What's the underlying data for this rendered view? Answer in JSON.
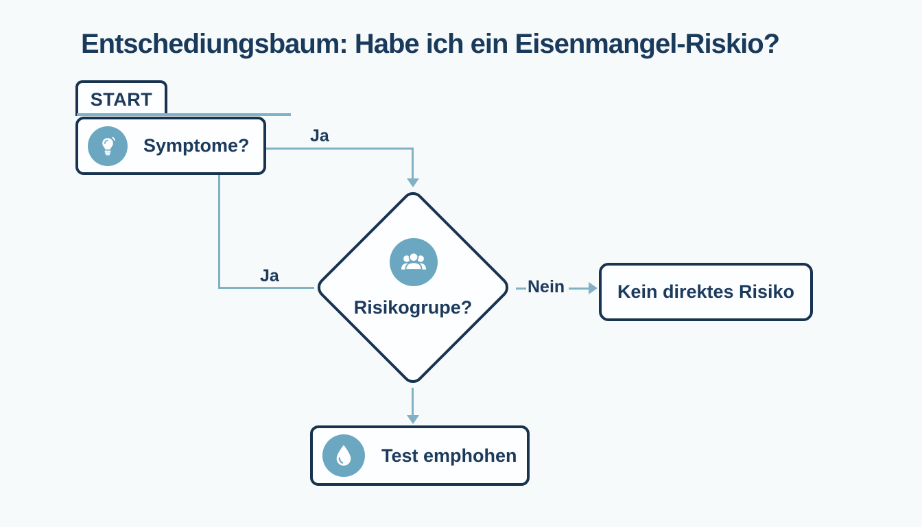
{
  "title": "Entschediungsbaum: Habe ich ein Eisenmangel-Riskio?",
  "nodes": {
    "start": {
      "label": "START"
    },
    "symptome": {
      "label": "Symptome?",
      "icon": "lightbulb-icon"
    },
    "risikogruppe": {
      "label": "Risikogrupe?",
      "icon": "people-group-icon"
    },
    "kein_risiko": {
      "label": "Kein direktes Risiko"
    },
    "test": {
      "label": "Test emphohen",
      "icon": "water-drop-icon"
    }
  },
  "edges": {
    "symptome_to_risikogruppe_top": {
      "label": "Ja"
    },
    "symptome_to_risikogruppe_left": {
      "label": "Ja"
    },
    "risikogruppe_to_kein_risiko": {
      "label": "Nein"
    }
  },
  "colors": {
    "background": "#f7fafb",
    "node_border_navy": "#17334f",
    "text_navy": "#1b3a5c",
    "connector_blue": "#82b1c6",
    "icon_teal": "#6ba7c0",
    "node_fill": "#fdfeff"
  }
}
